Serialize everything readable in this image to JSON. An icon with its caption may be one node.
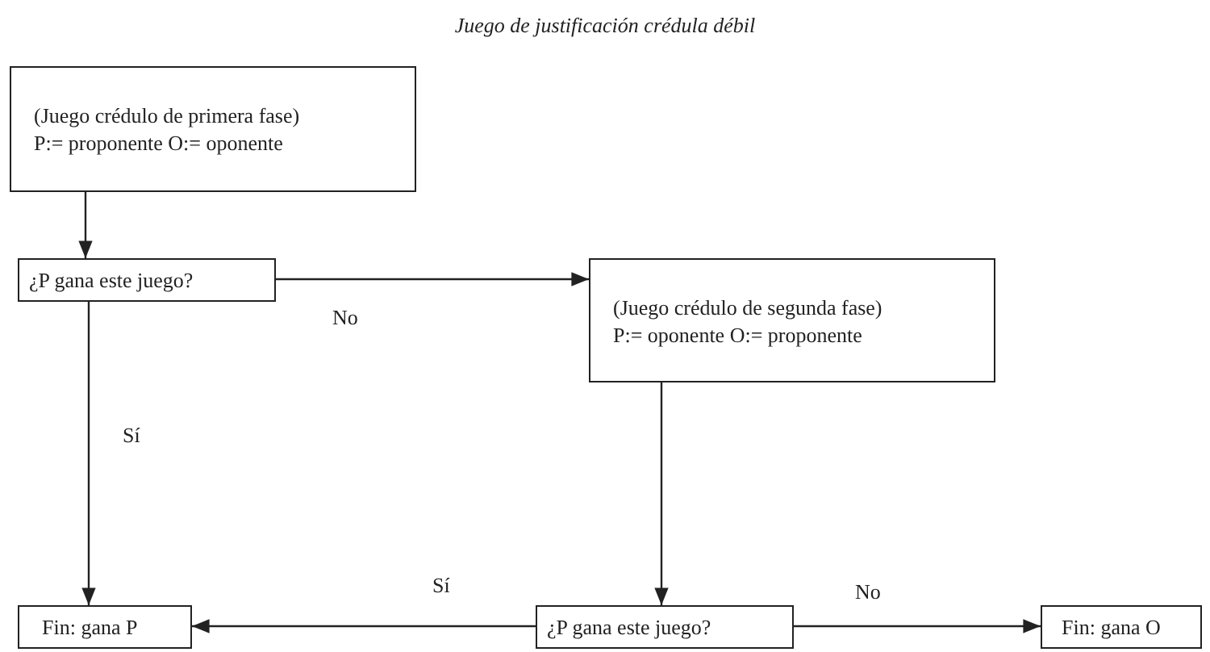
{
  "diagram": {
    "title": "Juego de justificación crédula débil",
    "nodes": [
      {
        "text": [
          "(Juego crédulo de primera fase) P:= proponente O:= oponente"
        ]
      },
      {
        "text": [
          "¿P gana este juego?"
        ]
      },
      {
        "text": [
          "(Juego crédulo de segunda fase) P:= oponente O:= proponente"
        ]
      },
      {
        "text": [
          "Fin: gana P"
        ]
      },
      {
        "text": [
          "¿P gana este juego?"
        ]
      },
      {
        "text": [
          "Fin: gana O"
        ]
      }
    ],
    "edges": [
      {
        "from": 0,
        "to": 1,
        "arrow": "to"
      },
      {
        "from": 1,
        "to": 2,
        "arrow": "to",
        "label": "No"
      },
      {
        "from": 1,
        "to": 3,
        "arrow": "to",
        "label": "Sí"
      },
      {
        "from": 2,
        "to": 4,
        "arrow": "to"
      },
      {
        "from": 4,
        "to": 3,
        "arrow": "to",
        "label": "Sí"
      },
      {
        "from": 4,
        "to": 5,
        "arrow": "to",
        "label": "No"
      }
    ]
  }
}
